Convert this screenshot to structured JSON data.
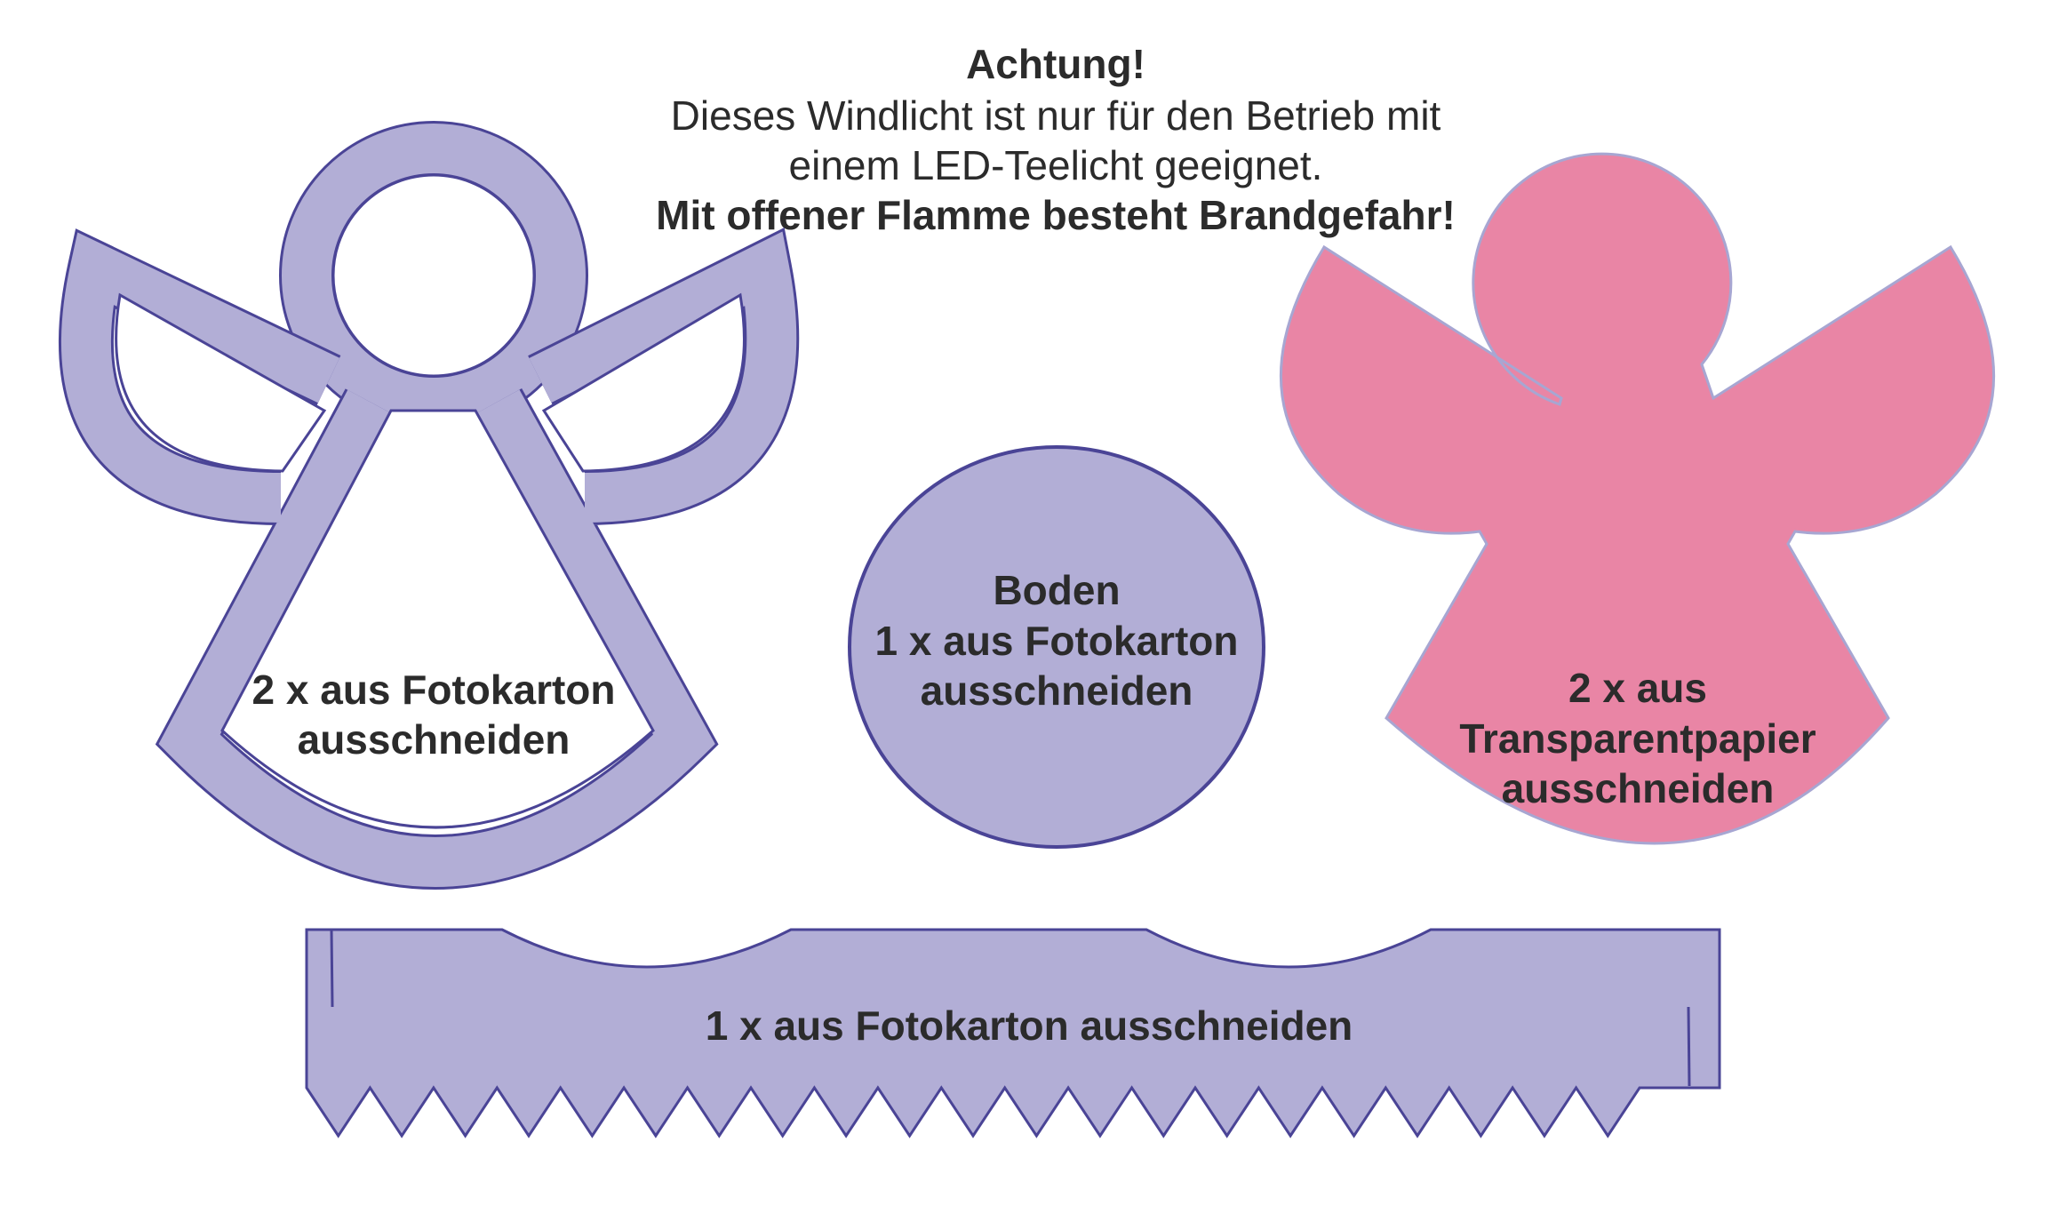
{
  "colors": {
    "lavender_fill": "#b2aed6",
    "lavender_stroke": "#4a4496",
    "pink_fill": "#e985a5",
    "pink_stroke": "#a7a6d2",
    "text": "#2b2b2b"
  },
  "warning": {
    "title": "Achtung!",
    "line1": "Dieses Windlicht ist nur für den Betrieb mit",
    "line2": "einem LED-Teelicht geeignet.",
    "line3": "Mit offener Flamme besteht Brandgefahr!"
  },
  "pieces": {
    "angel_frame": {
      "line1": "2 x aus Fotokarton",
      "line2": "ausschneiden"
    },
    "base": {
      "line1": "Boden",
      "line2": "1 x aus Fotokarton",
      "line3": "ausschneiden"
    },
    "angel_transparent": {
      "line1": "2 x aus",
      "line2": "Transparentpapier",
      "line3": "ausschneiden"
    },
    "band": {
      "line1": "1 x aus Fotokarton ausschneiden"
    }
  }
}
